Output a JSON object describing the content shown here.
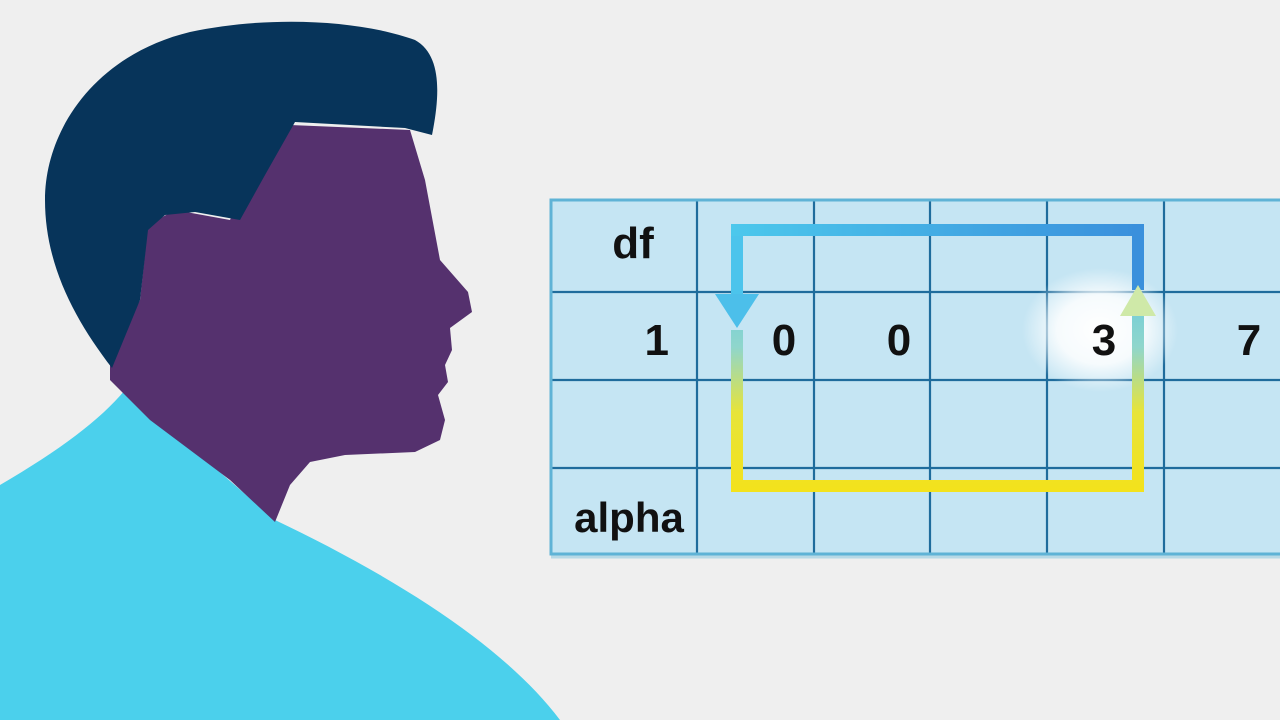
{
  "colors": {
    "background": "#efefef",
    "hair": "#07345a",
    "face": "#55316e",
    "shirt": "#4bd0ec",
    "grid_fill": "#c5e5f3",
    "grid_line": "#1f6c9c",
    "grid_border": "#5fb3d6",
    "arrow_start": "#4cc0ea",
    "arrow_mid": "#3a92dc",
    "arrow_end": "#f2e31e",
    "highlight": "#ffffff"
  },
  "table": {
    "corner_label": "df",
    "row_label": "1",
    "bottom_label": "alpha",
    "values": [
      "0",
      "0",
      "3",
      "7"
    ]
  },
  "icons": {
    "person": "person-profile-silhouette",
    "arrow": "loop-arrow"
  }
}
